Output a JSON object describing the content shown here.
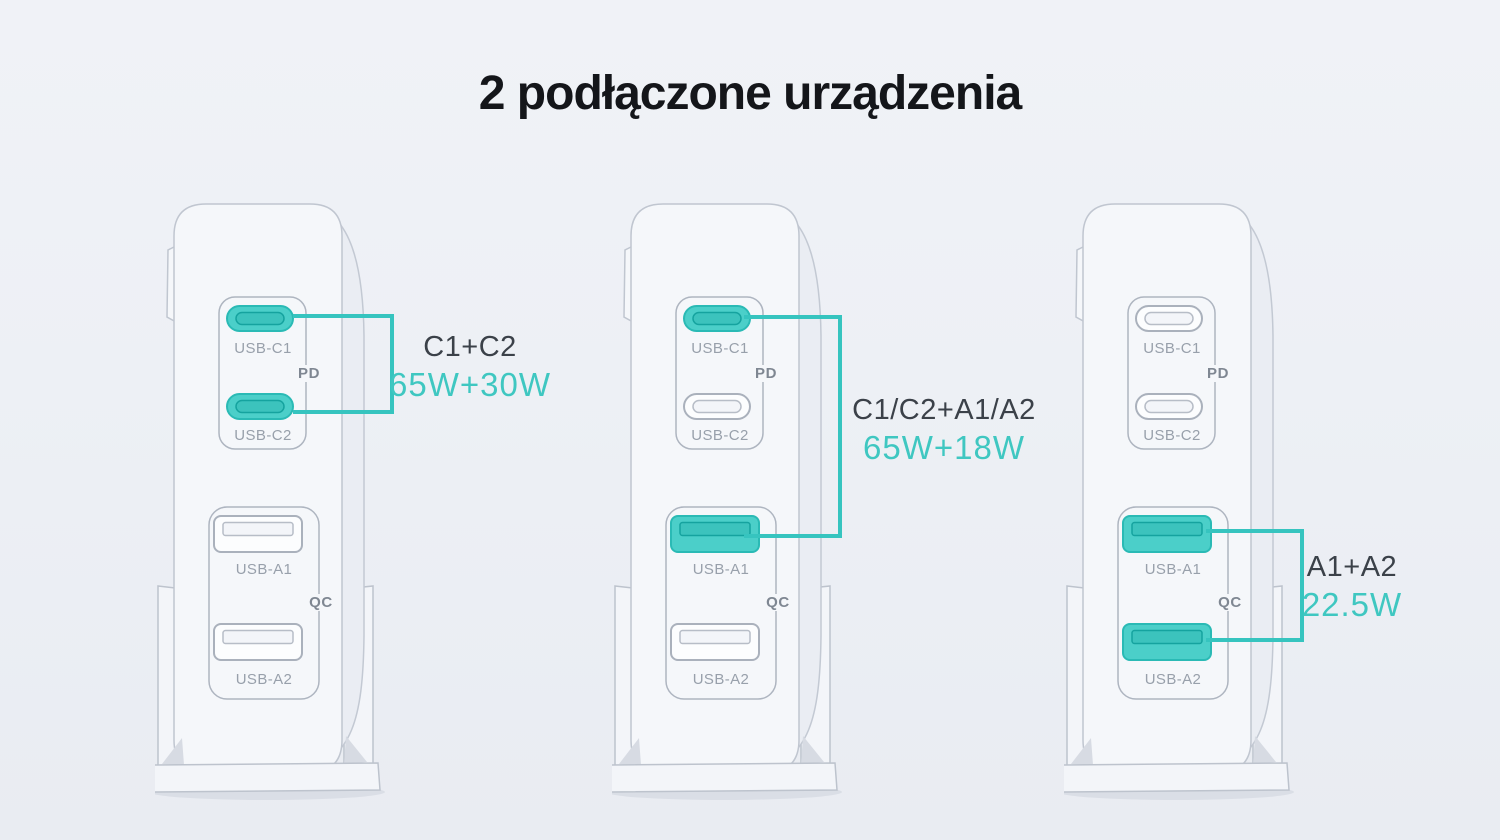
{
  "page": {
    "title": "2 podłączone urządzenia",
    "language": "pl"
  },
  "colors": {
    "background": "#edf0f5",
    "accent_teal_text": "#3fc7c1",
    "bracket_teal": "#36c4bf",
    "port_highlight_fill": "#4bcfc9",
    "port_label_gray": "#98a0ab",
    "annotation_dark": "#3b4149",
    "title_dark": "#14161a"
  },
  "chargers": [
    {
      "name": "charger-left",
      "pd_label": "PD",
      "qc_label": "QC",
      "ports": [
        {
          "label": "USB-C1",
          "type": "usb-c",
          "highlighted": true
        },
        {
          "label": "USB-C2",
          "type": "usb-c",
          "highlighted": true
        },
        {
          "label": "USB-A1",
          "type": "usb-a",
          "highlighted": false
        },
        {
          "label": "USB-A2",
          "type": "usb-a",
          "highlighted": false
        }
      ],
      "annotation": {
        "combo": "C1+C2",
        "power": "65W+30W"
      }
    },
    {
      "name": "charger-middle",
      "pd_label": "PD",
      "qc_label": "QC",
      "ports": [
        {
          "label": "USB-C1",
          "type": "usb-c",
          "highlighted": true
        },
        {
          "label": "USB-C2",
          "type": "usb-c",
          "highlighted": false
        },
        {
          "label": "USB-A1",
          "type": "usb-a",
          "highlighted": true
        },
        {
          "label": "USB-A2",
          "type": "usb-a",
          "highlighted": false
        }
      ],
      "annotation": {
        "combo": "C1/C2+A1/A2",
        "power": "65W+18W"
      }
    },
    {
      "name": "charger-right",
      "pd_label": "PD",
      "qc_label": "QC",
      "ports": [
        {
          "label": "USB-C1",
          "type": "usb-c",
          "highlighted": false
        },
        {
          "label": "USB-C2",
          "type": "usb-c",
          "highlighted": false
        },
        {
          "label": "USB-A1",
          "type": "usb-a",
          "highlighted": true
        },
        {
          "label": "USB-A2",
          "type": "usb-a",
          "highlighted": true
        }
      ],
      "annotation": {
        "combo": "A1+A2",
        "power": "22.5W"
      }
    }
  ]
}
